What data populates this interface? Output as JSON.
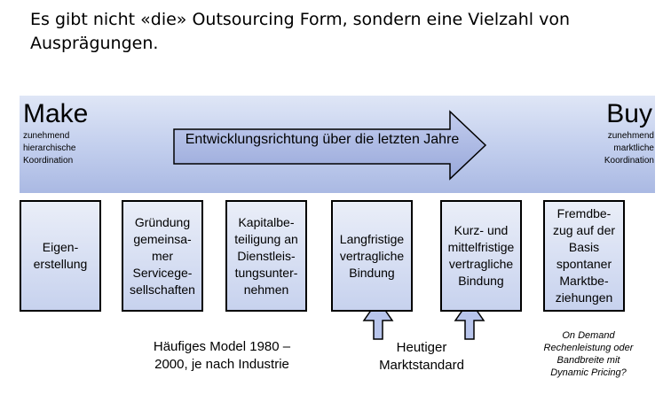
{
  "title": "Es gibt nicht «die» Outsourcing Form, sondern eine Vielzahl von Ausprägungen.",
  "band": {
    "left_heading": "Make",
    "left_sub": [
      "zunehmend",
      "hierarchische",
      "Koordination"
    ],
    "right_heading": "Buy",
    "right_sub": [
      "zunehmend",
      "marktliche",
      "Koordination"
    ],
    "arrow_label": "Entwicklungsrichtung über die letzten Jahre",
    "colors": {
      "band_top": "#dfe6f6",
      "band_bottom": "#aab9e3",
      "arrow_fill": "#a9b7e0"
    }
  },
  "boxes": [
    {
      "lines": [
        "Eigen-",
        "erstellung"
      ]
    },
    {
      "lines": [
        "Gründung",
        "gemeinsa-",
        "mer",
        "Servicege-",
        "sellschaften"
      ]
    },
    {
      "lines": [
        "Kapitalbe-",
        "teiligung an",
        "Dienstleis-",
        "tungsunter-",
        "nehmen"
      ]
    },
    {
      "lines": [
        "Langfristige",
        "vertragliche",
        "Bindung"
      ]
    },
    {
      "lines": [
        "Kurz- und",
        "mittelfristige",
        "vertragliche",
        "Bindung"
      ]
    },
    {
      "lines": [
        "Fremdbe-",
        "zug auf der",
        "Basis",
        "spontaner",
        "Marktbe-",
        "ziehungen"
      ]
    }
  ],
  "notes": {
    "model_1980": [
      "Häufiges Model 1980 –",
      "2000, je nach Industrie"
    ],
    "market_standard": [
      "Heutiger",
      "Marktstandard"
    ],
    "on_demand": [
      "On Demand",
      "Rechenleistung oder",
      "Bandbreite mit",
      "Dynamic Pricing?"
    ]
  }
}
